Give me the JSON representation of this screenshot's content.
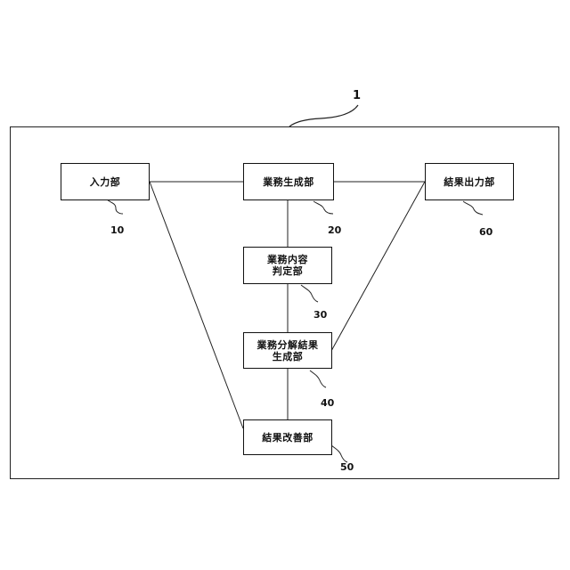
{
  "figure": {
    "system_ref": "1",
    "blocks": [
      {
        "id": "input",
        "label_lines": [
          "入力部"
        ],
        "ref": "10"
      },
      {
        "id": "generate",
        "label_lines": [
          "業務生成部"
        ],
        "ref": "20"
      },
      {
        "id": "output",
        "label_lines": [
          "結果出力部"
        ],
        "ref": "60"
      },
      {
        "id": "judge",
        "label_lines": [
          "業務内容",
          "判定部"
        ],
        "ref": "30"
      },
      {
        "id": "decompose",
        "label_lines": [
          "業務分解結果",
          "生成部"
        ],
        "ref": "40"
      },
      {
        "id": "improve",
        "label_lines": [
          "結果改善部"
        ],
        "ref": "50"
      }
    ]
  }
}
